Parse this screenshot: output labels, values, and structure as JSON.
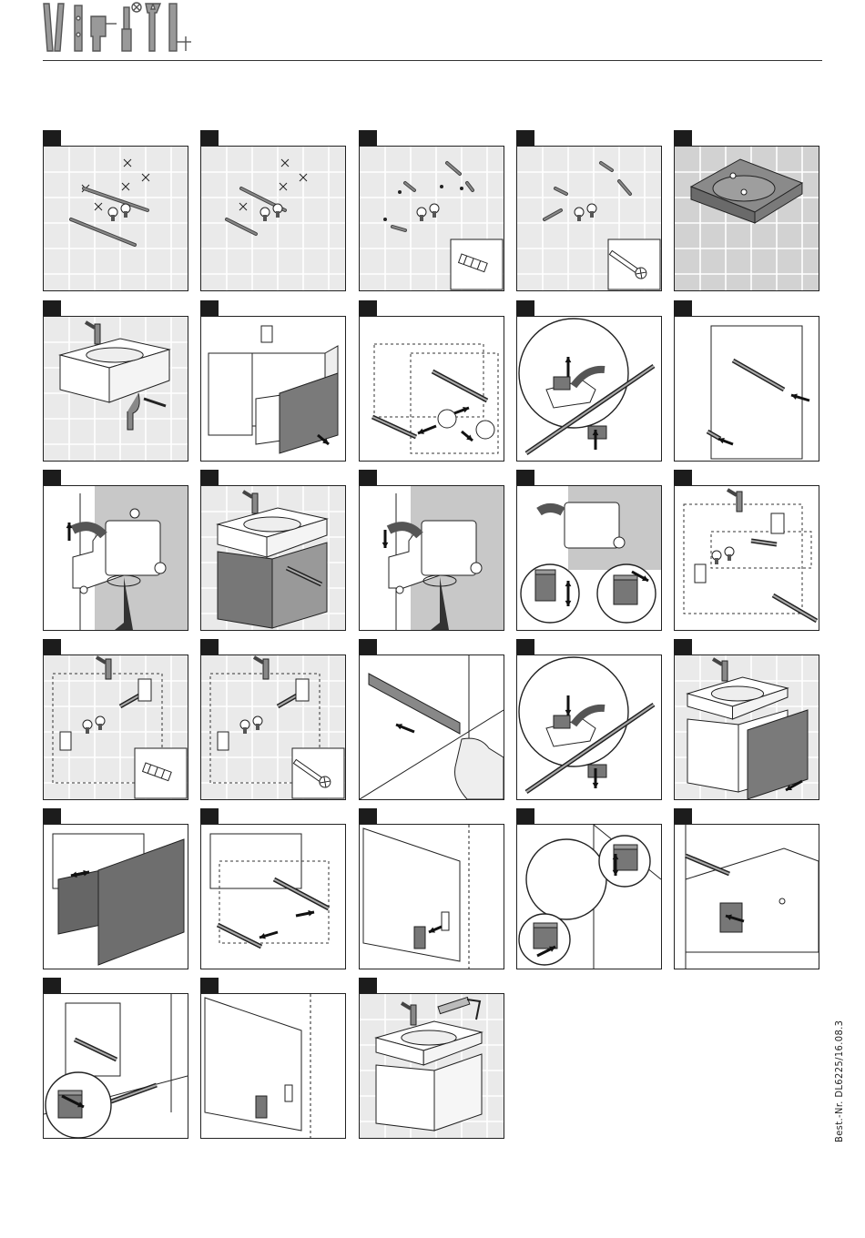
{
  "document": {
    "order_number": "Best.-Nr. DL6225/16.08.3"
  },
  "header": {
    "tool_icons": [
      "spirit-level-icon",
      "drill-icon",
      "screwdriver-icon",
      "wrench-icon",
      "silicone-gun-icon"
    ]
  },
  "steps": [
    {
      "scene": "wall-mark",
      "icon": "drill-marking-icon"
    },
    {
      "scene": "wall-drill",
      "icon": "drill-bit-icon"
    },
    {
      "scene": "wall-plugs",
      "icon": "wall-plug-icon"
    },
    {
      "scene": "wall-bolts",
      "icon": "hanger-bolt-icon"
    },
    {
      "scene": "basin",
      "icon": "washbasin-icon"
    },
    {
      "scene": "basin-tap",
      "icon": "tap-icon"
    },
    {
      "scene": "cabinet-open",
      "icon": "drawer-icon"
    },
    {
      "scene": "drawer-remove",
      "icon": "drawer-slide-icon"
    },
    {
      "scene": "bracket-detail",
      "icon": "bracket-icon"
    },
    {
      "scene": "carcass",
      "icon": "cabinet-icon"
    },
    {
      "scene": "bracket-lift",
      "icon": "arrow-up-icon"
    },
    {
      "scene": "basin-cabinet",
      "icon": "vanity-icon"
    },
    {
      "scene": "bracket-lower",
      "icon": "arrow-down-icon"
    },
    {
      "scene": "bracket-adjust",
      "icon": "adjust-icon"
    },
    {
      "scene": "hang-unit",
      "icon": "hang-icon"
    },
    {
      "scene": "hang-plug",
      "icon": "wall-plug-icon"
    },
    {
      "scene": "hang-screw",
      "icon": "screw-icon"
    },
    {
      "scene": "rail-hand",
      "icon": "hand-icon"
    },
    {
      "scene": "bracket-detail-2",
      "icon": "bracket-icon"
    },
    {
      "scene": "vanity-drawer",
      "icon": "drawer-icon"
    },
    {
      "scene": "drawer-insert",
      "icon": "drawer-icon"
    },
    {
      "scene": "rails-in",
      "icon": "drawer-slide-icon"
    },
    {
      "scene": "front-clip",
      "icon": "clip-icon"
    },
    {
      "scene": "front-adjust",
      "icon": "adjust-icon"
    },
    {
      "scene": "clip-right",
      "icon": "clip-icon"
    },
    {
      "scene": "clip-left",
      "icon": "clip-icon"
    },
    {
      "scene": "front-corner",
      "icon": "clip-icon"
    },
    {
      "scene": "silicone",
      "icon": "silicone-gun-icon"
    }
  ]
}
